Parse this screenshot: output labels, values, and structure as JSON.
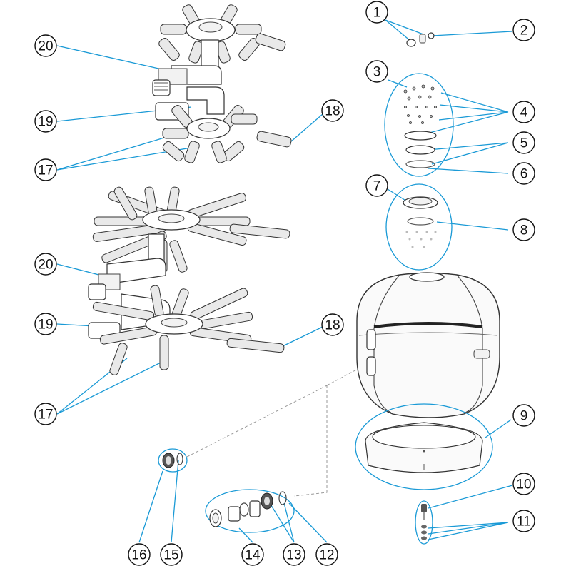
{
  "callouts": [
    {
      "id": "c1",
      "label": "1"
    },
    {
      "id": "c2",
      "label": "2"
    },
    {
      "id": "c3",
      "label": "3"
    },
    {
      "id": "c4",
      "label": "4"
    },
    {
      "id": "c5",
      "label": "5"
    },
    {
      "id": "c6",
      "label": "6"
    },
    {
      "id": "c7",
      "label": "7"
    },
    {
      "id": "c8",
      "label": "8"
    },
    {
      "id": "c9",
      "label": "9"
    },
    {
      "id": "c10",
      "label": "10"
    },
    {
      "id": "c11",
      "label": "11"
    },
    {
      "id": "c12",
      "label": "12"
    },
    {
      "id": "c13",
      "label": "13"
    },
    {
      "id": "c14",
      "label": "14"
    },
    {
      "id": "c15",
      "label": "15"
    },
    {
      "id": "c16",
      "label": "16"
    },
    {
      "id": "c17a",
      "label": "17"
    },
    {
      "id": "c17b",
      "label": "17"
    },
    {
      "id": "c18a",
      "label": "18"
    },
    {
      "id": "c18b",
      "label": "18"
    },
    {
      "id": "c19a",
      "label": "19"
    },
    {
      "id": "c19b",
      "label": "19"
    },
    {
      "id": "c20a",
      "label": "20"
    },
    {
      "id": "c20b",
      "label": "20"
    }
  ],
  "colors": {
    "leader": "#1a9ad6",
    "outline": "#333333",
    "fill": "#ffffff"
  }
}
